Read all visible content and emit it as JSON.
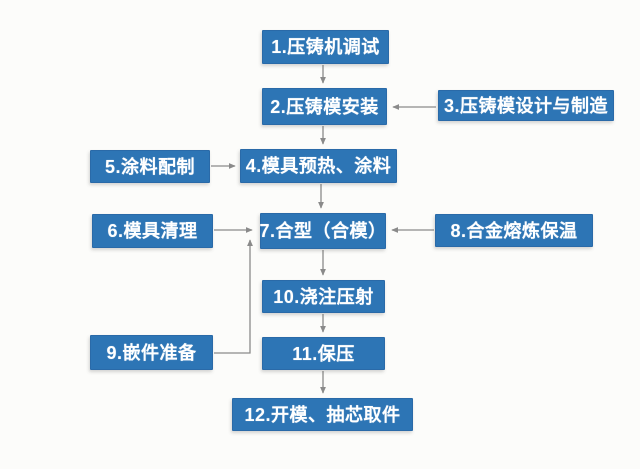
{
  "diagram": {
    "type": "flowchart",
    "language": "zh-CN",
    "colors": {
      "node_fill": "#2d75b5",
      "node_border": "#2a6aa8",
      "node_text": "#ffffff",
      "connector": "#8a8a8a",
      "background": "#fcfcfa"
    },
    "nodes": [
      {
        "id": 1,
        "label": "1.压铸机调试"
      },
      {
        "id": 2,
        "label": "2.压铸模安装"
      },
      {
        "id": 3,
        "label": "3.压铸模设计与制造"
      },
      {
        "id": 4,
        "label": "4.模具预热、涂料"
      },
      {
        "id": 5,
        "label": "5.涂料配制"
      },
      {
        "id": 6,
        "label": "6.模具清理"
      },
      {
        "id": 7,
        "label": "7.合型（合模）"
      },
      {
        "id": 8,
        "label": "8.合金熔炼保温"
      },
      {
        "id": 9,
        "label": "9.嵌件准备"
      },
      {
        "id": 10,
        "label": "10.浇注压射"
      },
      {
        "id": 11,
        "label": "11.保压"
      },
      {
        "id": 12,
        "label": "12.开模、抽芯取件"
      }
    ],
    "edges": [
      {
        "from": 1,
        "to": 2
      },
      {
        "from": 3,
        "to": 2
      },
      {
        "from": 2,
        "to": 4
      },
      {
        "from": 5,
        "to": 4
      },
      {
        "from": 4,
        "to": 7
      },
      {
        "from": 6,
        "to": 7
      },
      {
        "from": 8,
        "to": 7
      },
      {
        "from": 9,
        "to": 7
      },
      {
        "from": 7,
        "to": 10
      },
      {
        "from": 10,
        "to": 11
      },
      {
        "from": 11,
        "to": 12
      }
    ]
  }
}
